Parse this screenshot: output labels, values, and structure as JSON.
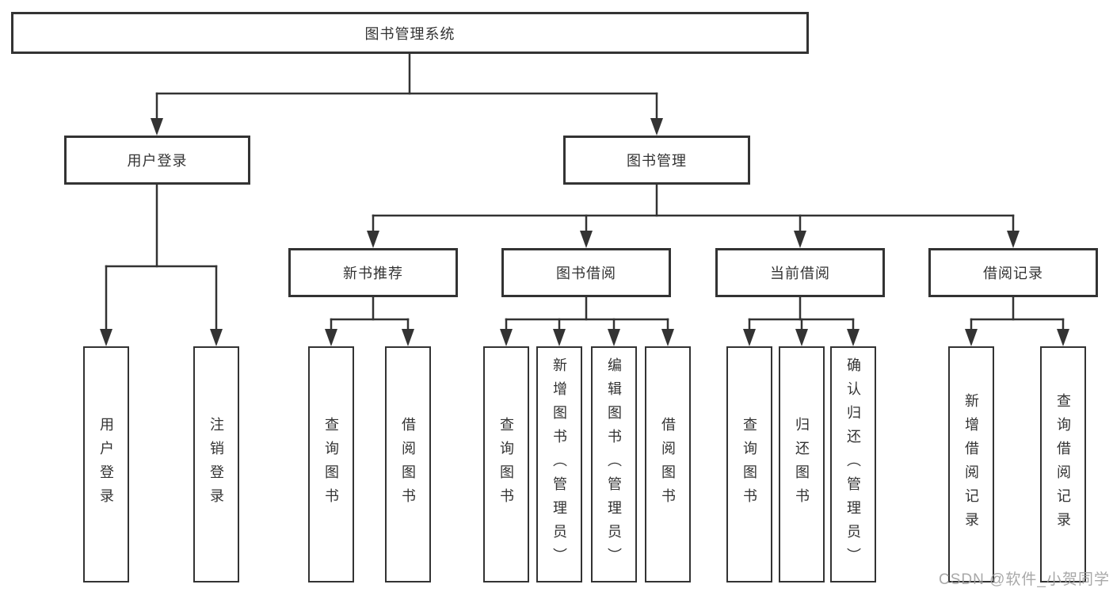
{
  "watermark": "CSDN @软件_小贺同学",
  "colors": {
    "line": "#333333",
    "text": "#333333",
    "background": "#ffffff",
    "watermark": "#9e9e9e"
  },
  "tree": {
    "root": {
      "label": "图书管理系统"
    },
    "children": [
      {
        "label": "用户登录",
        "children": [
          {
            "label": "用户登录"
          },
          {
            "label": "注销登录"
          }
        ]
      },
      {
        "label": "图书管理",
        "children": [
          {
            "label": "新书推荐",
            "children": [
              {
                "label": "查询图书"
              },
              {
                "label": "借阅图书"
              }
            ]
          },
          {
            "label": "图书借阅",
            "children": [
              {
                "label": "查询图书"
              },
              {
                "label": "新增图书（管理员）"
              },
              {
                "label": "编辑图书（管理员）"
              },
              {
                "label": "借阅图书"
              }
            ]
          },
          {
            "label": "当前借阅",
            "children": [
              {
                "label": "查询图书"
              },
              {
                "label": "归还图书"
              },
              {
                "label": "确认归还（管理员）"
              }
            ]
          },
          {
            "label": "借阅记录",
            "children": [
              {
                "label": "新增借阅记录"
              },
              {
                "label": "查询借阅记录"
              }
            ]
          }
        ]
      }
    ]
  }
}
